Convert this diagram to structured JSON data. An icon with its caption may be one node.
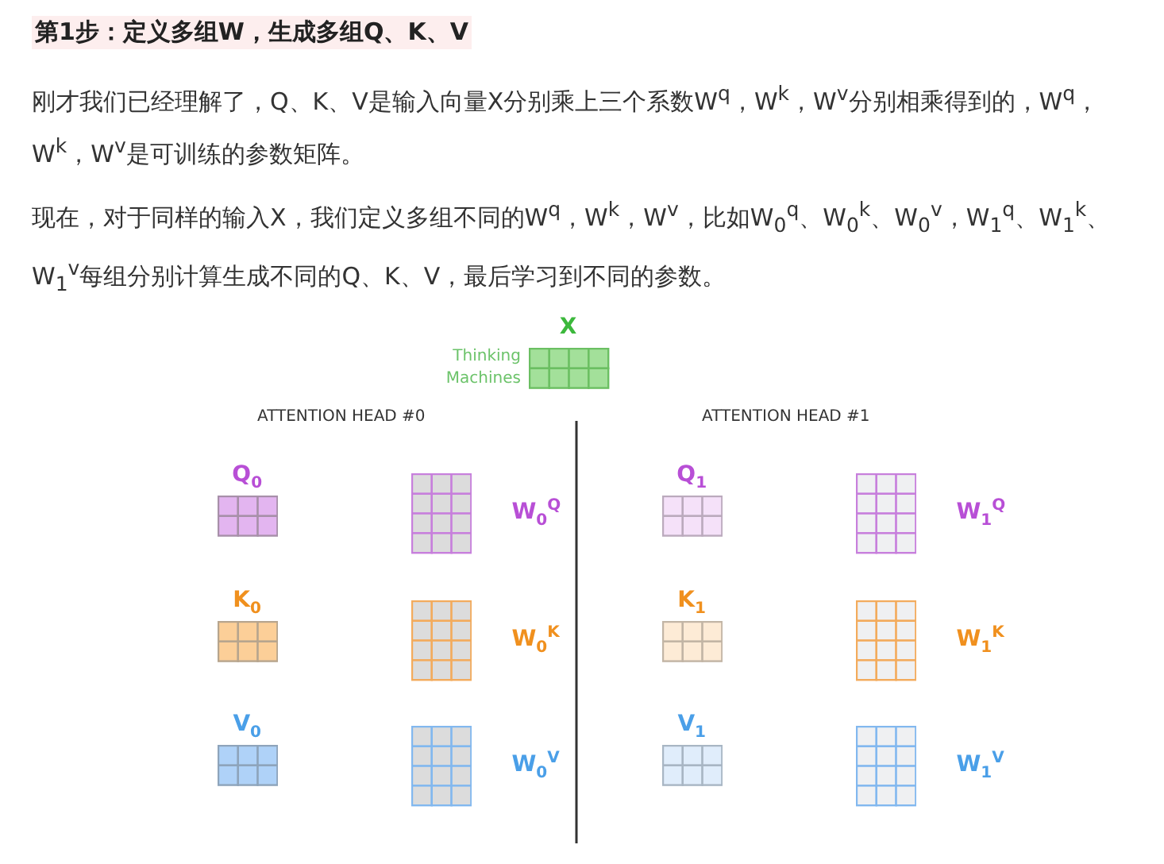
{
  "diagram": {
    "title": "第1步：定义多组W，生成多组Q、K、V",
    "nodes": [
      {
        "text": [
          "X"
        ],
        "beside": [
          "Thinking Machines"
        ]
      },
      {
        "text": [
          "Q$_{0}$"
        ]
      },
      {
        "text": [],
        "shape": "box",
        "beside": [
          "W$_{0}$$^{Q}$"
        ]
      },
      {
        "text": [
          "K$_{0}$"
        ]
      },
      {
        "text": [],
        "shape": "box",
        "beside": [
          "W$_{0}$$^{K}$"
        ]
      },
      {
        "text": [
          "V$_{0}$"
        ]
      },
      {
        "text": [],
        "shape": "box",
        "beside": [
          "W$_{0}$$^{V}$"
        ]
      },
      {
        "text": [
          "Q$_{1}$"
        ]
      },
      {
        "text": [],
        "shape": "box",
        "beside": [
          "W$_{1}$$^{Q}$"
        ]
      },
      {
        "text": [
          "K$_{1}$"
        ]
      },
      {
        "text": [],
        "shape": "box",
        "beside": [
          "W$_{1}$$^{K}$"
        ]
      },
      {
        "text": [
          "V$_{1}$"
        ]
      },
      {
        "text": [],
        "shape": "box",
        "beside": [
          "W$_{1}$$^{V}$"
        ]
      }
    ],
    "labels": [
      "刚才我们已经理解了，Q、K、V是输入向量X分别乘上三个系数W$^{q}$，W$^{k}$，W$^{v}$分别相乘得到的，W$^{q}$，W$^{k}$，W$^{v}$是可训练的参数矩阵。",
      "现在，对于同样的输入X，我们定义多组不同的W$^{q}$，W$^{k}$，W$^{v}$，比如W$_{0}$$^{q}$、W$_{0}$$^{k}$、W$_{0}$$^{v}$，W$_{1}$$^{q}$、W$_{1}$$^{k}$、W$_{1}$$^{v}$每组分别计算生成不同的Q、K、V，最后学习到不同的参数。",
      "ATTENTION HEAD #0",
      "ATTENTION HEAD #1"
    ]
  }
}
